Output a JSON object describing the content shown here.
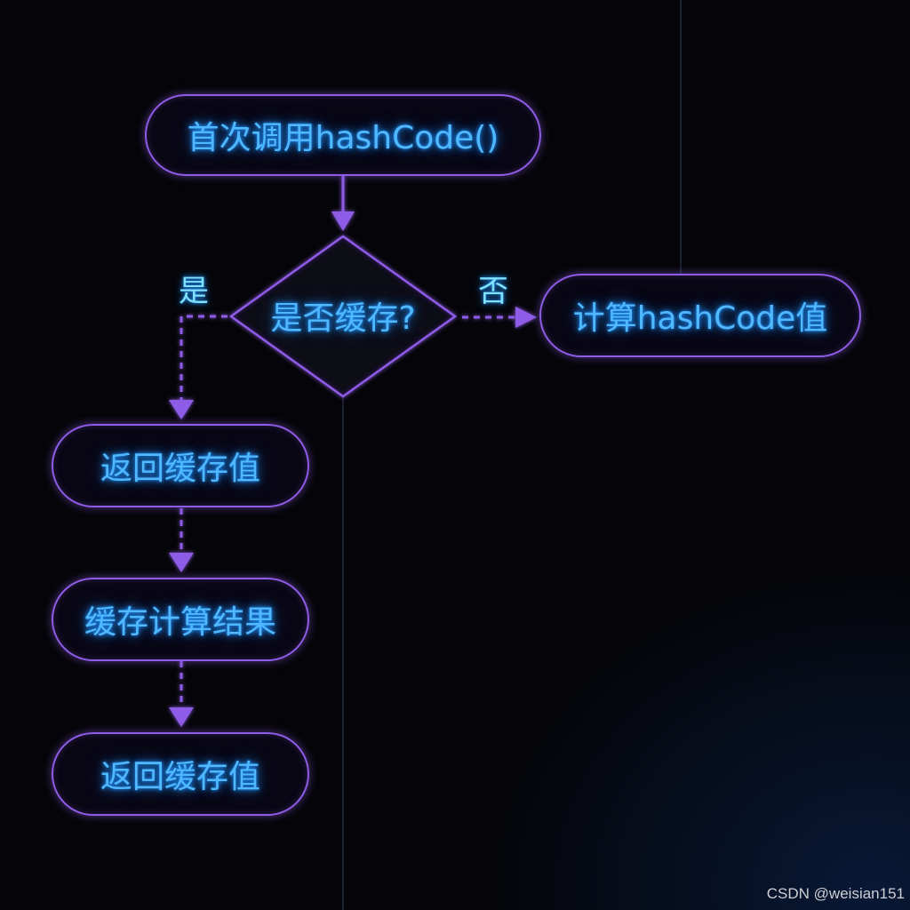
{
  "nodes": {
    "start": "首次调用hashCode()",
    "decision": "是否缓存?",
    "compute": "计算hashCode值",
    "return_cached_1": "返回缓存值",
    "cache_result": "缓存计算结果",
    "return_cached_2": "返回缓存值"
  },
  "edges": {
    "yes_label": "是",
    "no_label": "否"
  },
  "watermark": "CSDN @weisian151",
  "colors": {
    "node_border": "#8e5ce6",
    "text_glow": "#4fb8ff",
    "background": "#050509"
  }
}
